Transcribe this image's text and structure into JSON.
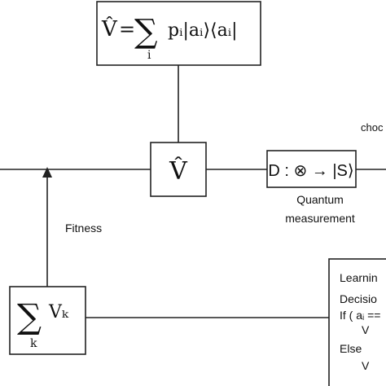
{
  "top_formula": {
    "v_hat": "V̂",
    "equals": "=",
    "sum": "∑",
    "index": "i",
    "body": "pᵢ|aᵢ⟩⟨aᵢ|"
  },
  "middle_box": {
    "v_hat": "V̂"
  },
  "measurement_box": {
    "formula": "D : ⊗ → |S⟩",
    "caption_line1": "Quantum",
    "caption_line2": "measurement"
  },
  "cut_off_label": "choc",
  "fitness_label": "Fitness",
  "sum_box": {
    "sum": "∑",
    "index": "k",
    "body": "Vₖ"
  },
  "right_box": {
    "line1": "Learnin",
    "line2": "Decisio",
    "line3": "If ( aᵢ ==",
    "line4": "V",
    "line5": "Else",
    "line6": "V"
  }
}
